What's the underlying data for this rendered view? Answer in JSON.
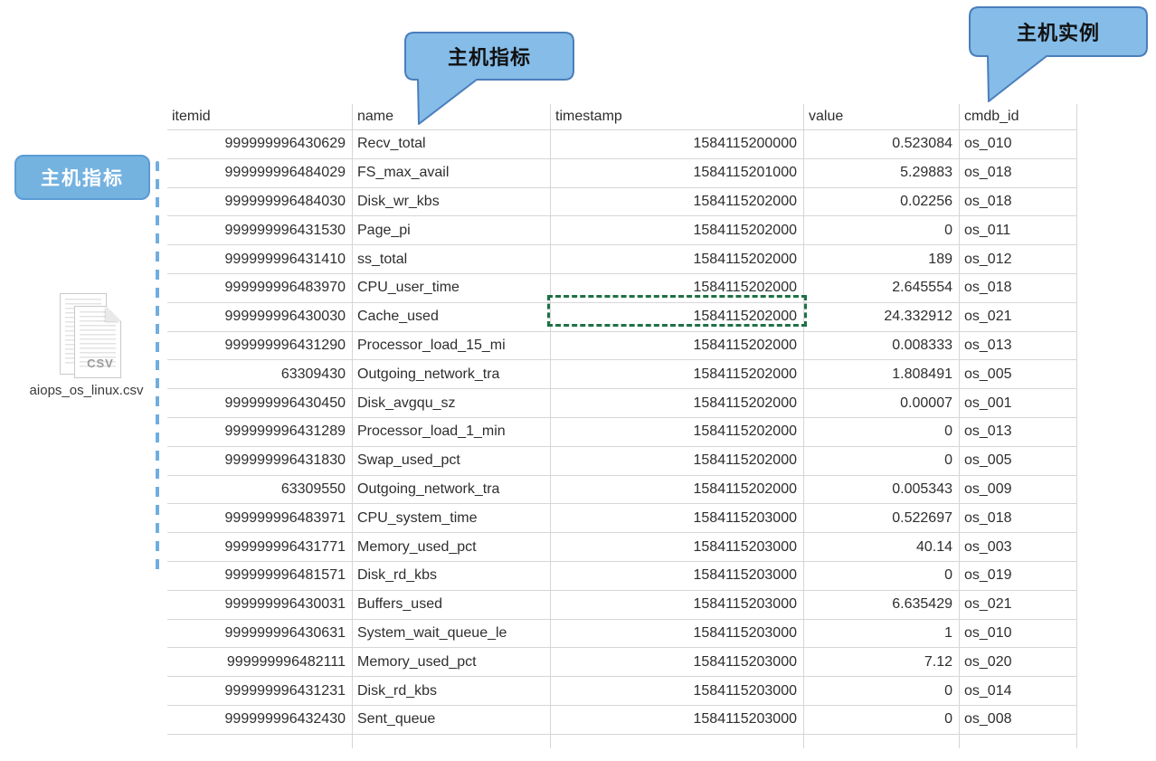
{
  "annotations": {
    "left_label": "主机指标",
    "name_callout": "主机指标",
    "cmdb_callout": "主机实例"
  },
  "file": {
    "label": "aiops_os_linux.csv",
    "csv_badge": "CSV"
  },
  "table": {
    "columns": [
      {
        "key": "itemid",
        "label": "itemid",
        "align": "right"
      },
      {
        "key": "name",
        "label": "name",
        "align": "left"
      },
      {
        "key": "timestamp",
        "label": "timestamp",
        "align": "right"
      },
      {
        "key": "value",
        "label": "value",
        "align": "right"
      },
      {
        "key": "cmdb_id",
        "label": "cmdb_id",
        "align": "left"
      }
    ],
    "rows": [
      [
        "999999996430629",
        "Recv_total",
        "1584115200000",
        "0.523084",
        "os_010"
      ],
      [
        "999999996484029",
        "FS_max_avail",
        "1584115201000",
        "5.29883",
        "os_018"
      ],
      [
        "999999996484030",
        "Disk_wr_kbs",
        "1584115202000",
        "0.02256",
        "os_018"
      ],
      [
        "999999996431530",
        "Page_pi",
        "1584115202000",
        "0",
        "os_011"
      ],
      [
        "999999996431410",
        "ss_total",
        "1584115202000",
        "189",
        "os_012"
      ],
      [
        "999999996483970",
        "CPU_user_time",
        "1584115202000",
        "2.645554",
        "os_018"
      ],
      [
        "999999996430030",
        "Cache_used",
        "1584115202000",
        "24.332912",
        "os_021"
      ],
      [
        "999999996431290",
        "Processor_load_15_mi",
        "1584115202000",
        "0.008333",
        "os_013"
      ],
      [
        "63309430",
        "Outgoing_network_tra",
        "1584115202000",
        "1.808491",
        "os_005"
      ],
      [
        "999999996430450",
        "Disk_avgqu_sz",
        "1584115202000",
        "0.00007",
        "os_001"
      ],
      [
        "999999996431289",
        "Processor_load_1_min",
        "1584115202000",
        "0",
        "os_013"
      ],
      [
        "999999996431830",
        "Swap_used_pct",
        "1584115202000",
        "0",
        "os_005"
      ],
      [
        "63309550",
        "Outgoing_network_tra",
        "1584115202000",
        "0.005343",
        "os_009"
      ],
      [
        "999999996483971",
        "CPU_system_time",
        "1584115203000",
        "0.522697",
        "os_018"
      ],
      [
        "999999996431771",
        "Memory_used_pct",
        "1584115203000",
        "40.14",
        "os_003"
      ],
      [
        "999999996481571",
        "Disk_rd_kbs",
        "1584115203000",
        "0",
        "os_019"
      ],
      [
        "999999996430031",
        "Buffers_used",
        "1584115203000",
        "6.635429",
        "os_021"
      ],
      [
        "999999996430631",
        "System_wait_queue_le",
        "1584115203000",
        "1",
        "os_010"
      ],
      [
        "999999996482111",
        "Memory_used_pct",
        "1584115203000",
        "7.12",
        "os_020"
      ],
      [
        "999999996431231",
        "Disk_rd_kbs",
        "1584115203000",
        "0",
        "os_014"
      ],
      [
        "999999996432430",
        "Sent_queue",
        "1584115203000",
        "0",
        "os_008"
      ]
    ],
    "selected_cell": {
      "row_index": 6,
      "column": "timestamp"
    }
  },
  "colors": {
    "callout_fill": "#85BCE8",
    "callout_border": "#4A7EBB",
    "left_tag_fill": "#74B2E0",
    "left_tag_border": "#5B9BD5",
    "dashed_line": "#6FAEE0",
    "marquee_green": "#1E7145",
    "gridline": "#D6D6D6"
  }
}
